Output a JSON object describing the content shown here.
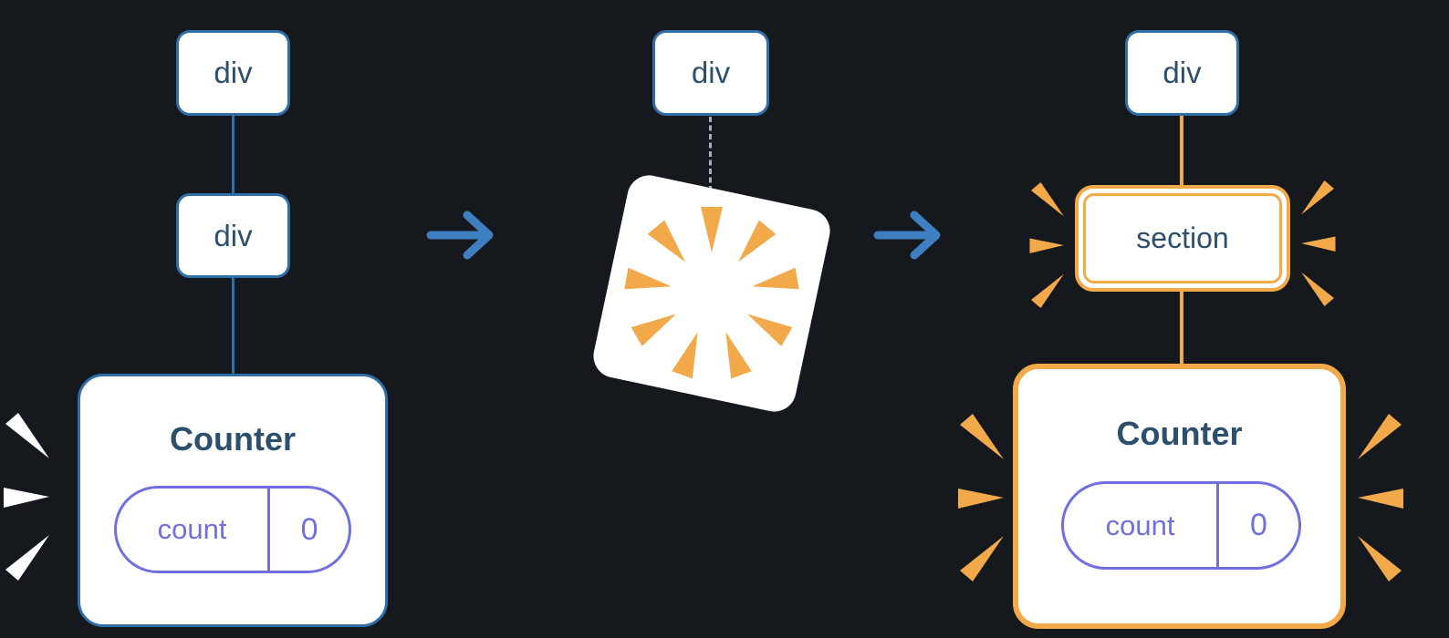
{
  "diagram": {
    "before": {
      "node1": "div",
      "node2": "div",
      "component": "Counter",
      "state_key": "count",
      "state_value": "0"
    },
    "during": {
      "node1": "div"
    },
    "after": {
      "node1": "div",
      "node2": "section",
      "component": "Counter",
      "state_key": "count",
      "state_value": "0"
    }
  },
  "colors": {
    "background": "#15181d",
    "box_fill": "#ffffff",
    "node_border": "#2f6fa8",
    "node_text": "#2c4f6e",
    "connector_blue": "#2f6fa8",
    "connector_dashed": "#9fb0c2",
    "arrow": "#3e7fc1",
    "highlight_orange": "#f1a94a",
    "state_purple": "#706fe0",
    "burst_white": "#ffffff"
  }
}
